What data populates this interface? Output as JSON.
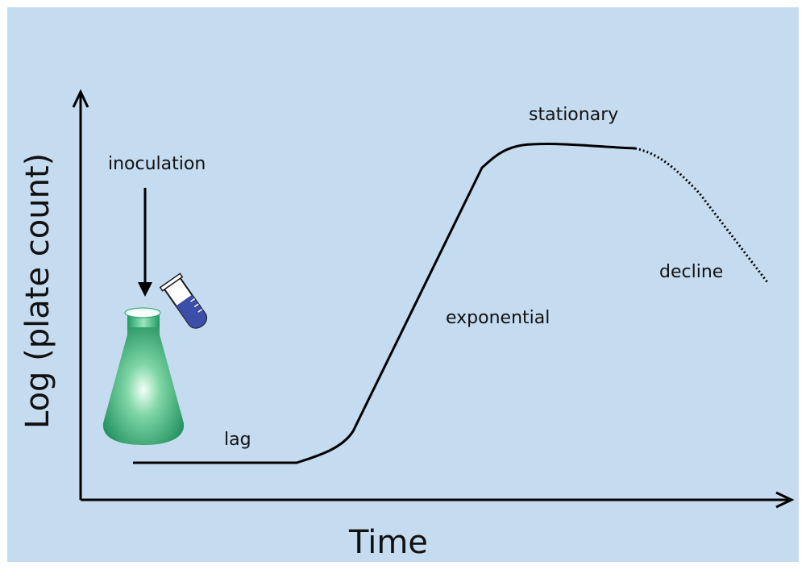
{
  "axes": {
    "x_label": "Time",
    "y_label": "Log (plate count)"
  },
  "annotations": {
    "inoculation": "inoculation",
    "lag": "lag",
    "exponential": "exponential",
    "stationary": "stationary",
    "decline": "decline"
  },
  "colors": {
    "background": "#c5dbf0",
    "curve": "#000000",
    "flask_liquid": "#2fa46c",
    "tube_liquid": "#3b4fa8"
  },
  "icons": [
    "flask-icon",
    "test-tube-icon",
    "down-arrow-icon"
  ]
}
